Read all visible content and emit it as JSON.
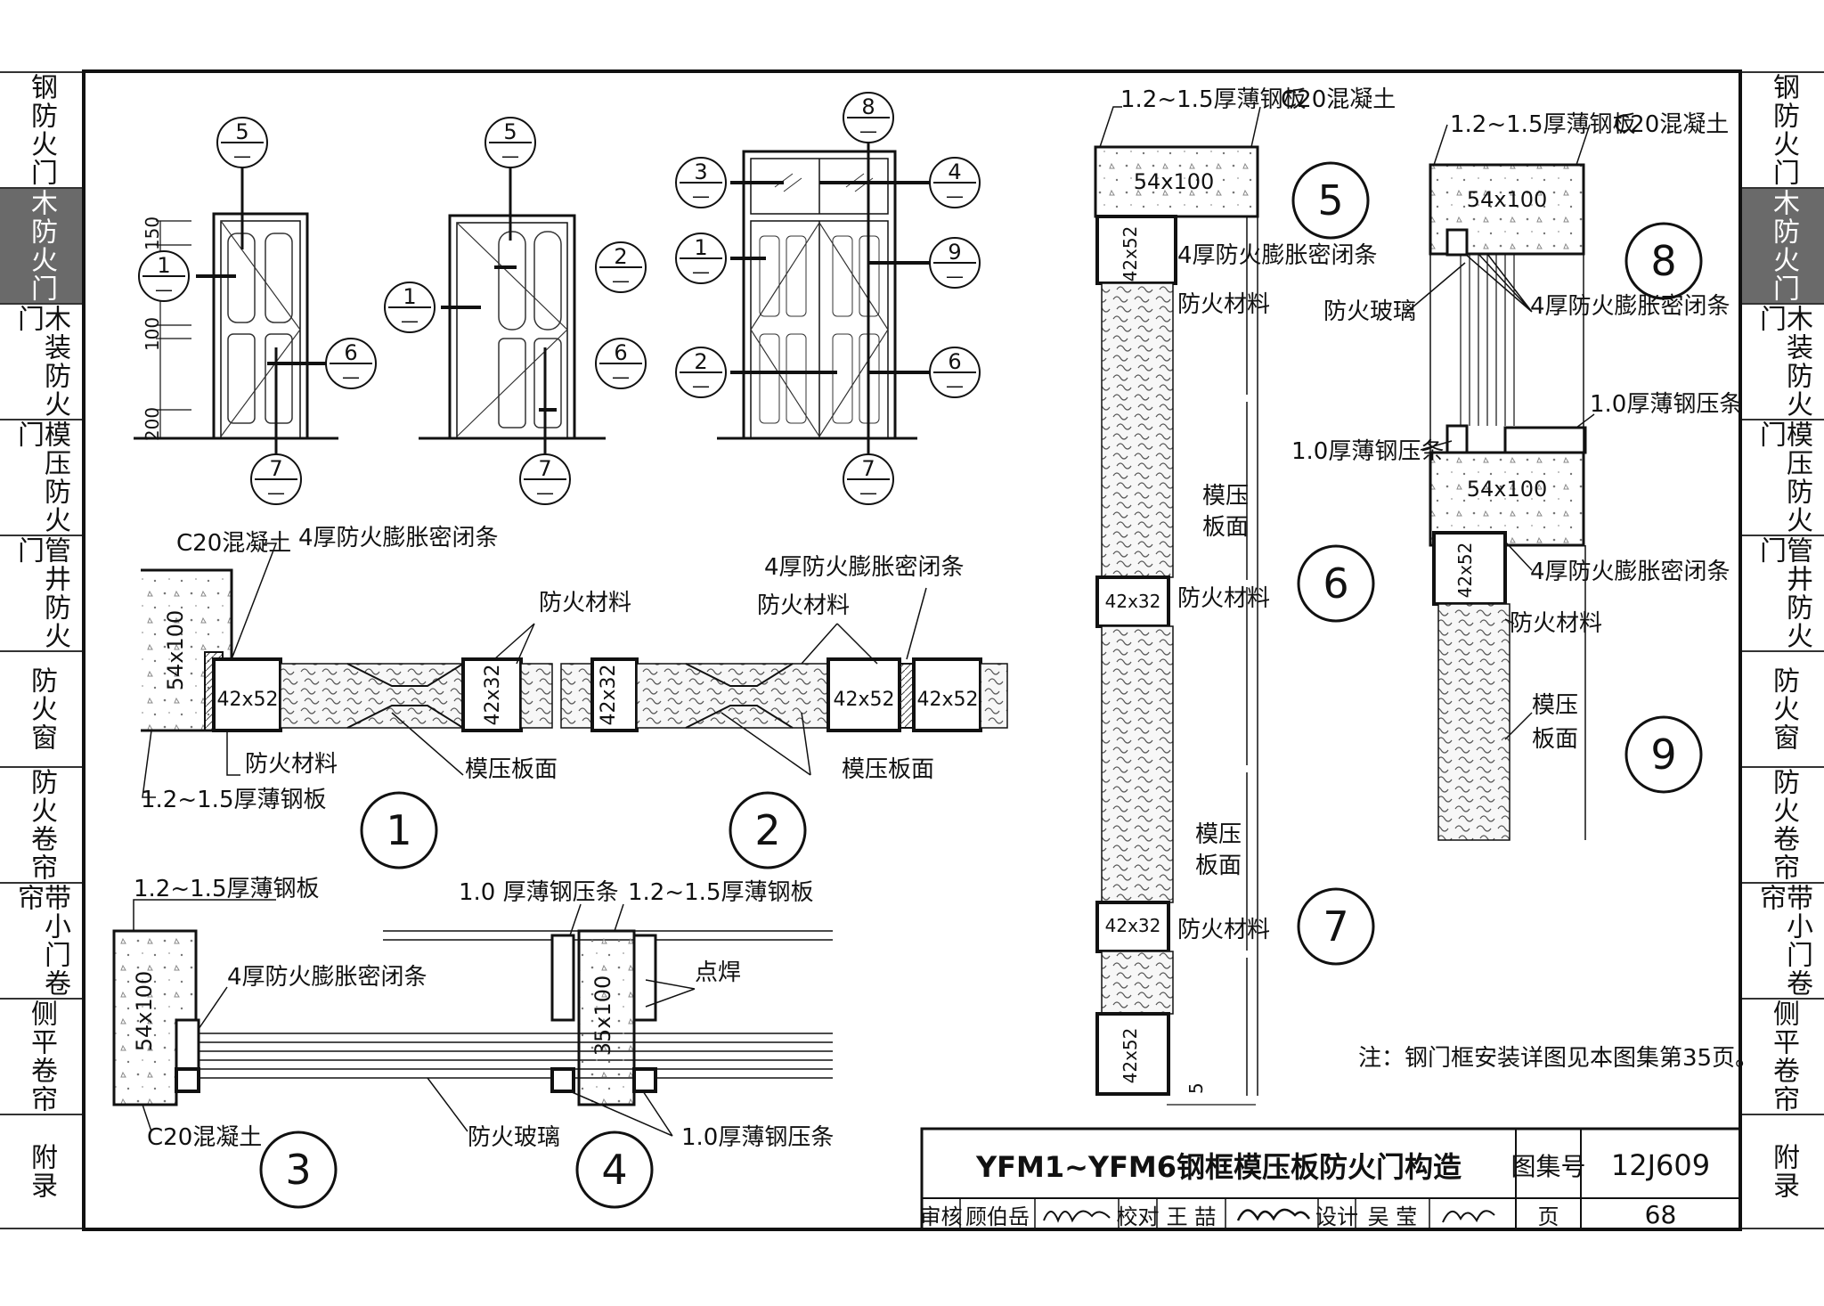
{
  "side_tabs_left": [
    "钢防火门",
    "木防火门",
    "木装防火门",
    "模压防火门",
    "管井防火门",
    "防火窗",
    "防火卷帘",
    "带小门卷帘",
    "侧平卷帘",
    "附录"
  ],
  "side_tabs_right": [
    "钢防火门",
    "木防火门",
    "木装防火门",
    "模压防火门",
    "管井防火门",
    "防火窗",
    "防火卷帘",
    "带小门卷帘",
    "侧平卷帘",
    "附录"
  ],
  "active_tab": 1,
  "labels": {
    "c20": "C20混凝土",
    "seal4": "4厚防火膨胀密闭条",
    "fire_mat": "防火材料",
    "steel_sheet": "1.2~1.5厚薄钢板",
    "mold_face": "模压板面",
    "mold_a": "模压",
    "mold_b": "板面",
    "strip10": "1.0厚薄钢压条",
    "strip10b": "1.0 厚薄钢压条",
    "spot_weld": "点焊",
    "glass": "防火玻璃",
    "dim_150": "150",
    "dim_100": "100",
    "dim_200": "200",
    "dim_5": "5",
    "s_54x100": "54x100",
    "s_35x100": "35x100",
    "s_42x52": "42x52",
    "s_42x32": "42x32",
    "dash": "—"
  },
  "callouts": [
    "1",
    "2",
    "3",
    "4",
    "5",
    "6",
    "7",
    "8",
    "9"
  ],
  "note": "注：钢门框安装详图见本图集第35页。",
  "title_block": {
    "title": "YFM1~YFM6钢框模压板防火门构造",
    "atlas_label": "图集号",
    "atlas_no": "12J609",
    "review_label": "审核",
    "reviewer": "顾伯岳",
    "check_label": "校对",
    "checker": "王 喆",
    "design_label": "设计",
    "designer": "吴 莹",
    "page_label": "页",
    "page_no": "68"
  }
}
